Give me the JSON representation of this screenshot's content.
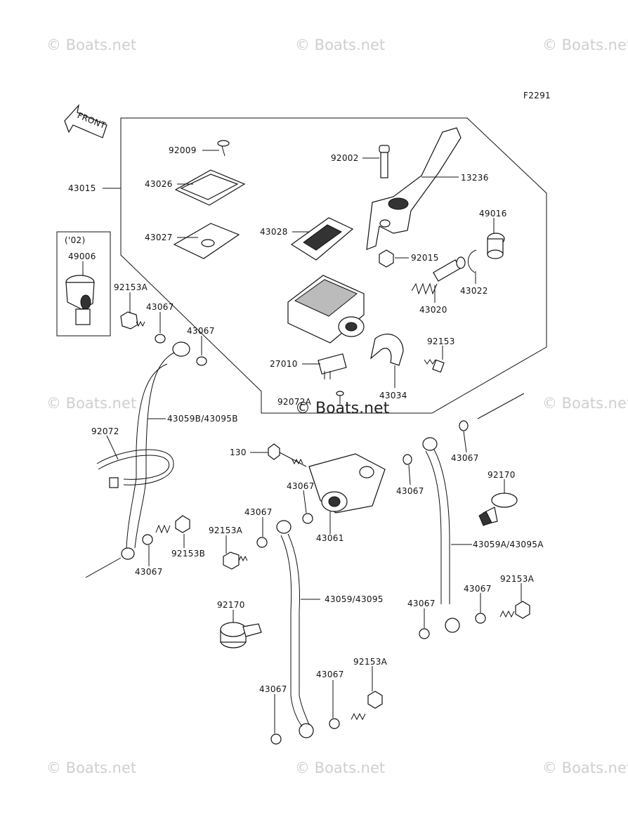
{
  "figure_code": "F2291",
  "front_label": "FRONT",
  "watermark": "© Boats.net",
  "variant_note": "('02)",
  "part_labels": {
    "p92009": "92009",
    "p43026": "43026",
    "p43015": "43015",
    "p43027": "43027",
    "p43028": "43028",
    "p92002": "92002",
    "p13236": "13236",
    "p49016": "49016",
    "p92015": "92015",
    "p43022": "43022",
    "p43020": "43020",
    "p92153": "92153",
    "p27010": "27010",
    "p43034": "43034",
    "p9207xA": "92072A",
    "p49006": "49006",
    "p92153A_a": "92153A",
    "p43067_a": "43067",
    "p43067_b": "43067",
    "p43059B": "43059B/43095B",
    "p92072": "92072",
    "p92153B": "92153B",
    "p43067_c": "43067",
    "p130": "130",
    "p43067_d": "43067",
    "p43067_e": "43067",
    "p43061": "43061",
    "p92153A_b": "92153A",
    "p43067_f": "43067",
    "p43067_g": "43067",
    "p92170_a": "92170",
    "p43059A": "43059A/43095A",
    "p92153A_c": "92153A",
    "p43067_h": "43067",
    "p43067_i": "43067",
    "p43059": "43059/43095",
    "p92170_b": "92170",
    "p43067_j": "43067",
    "p43067_k": "43067",
    "p92153A_d": "92153A"
  }
}
